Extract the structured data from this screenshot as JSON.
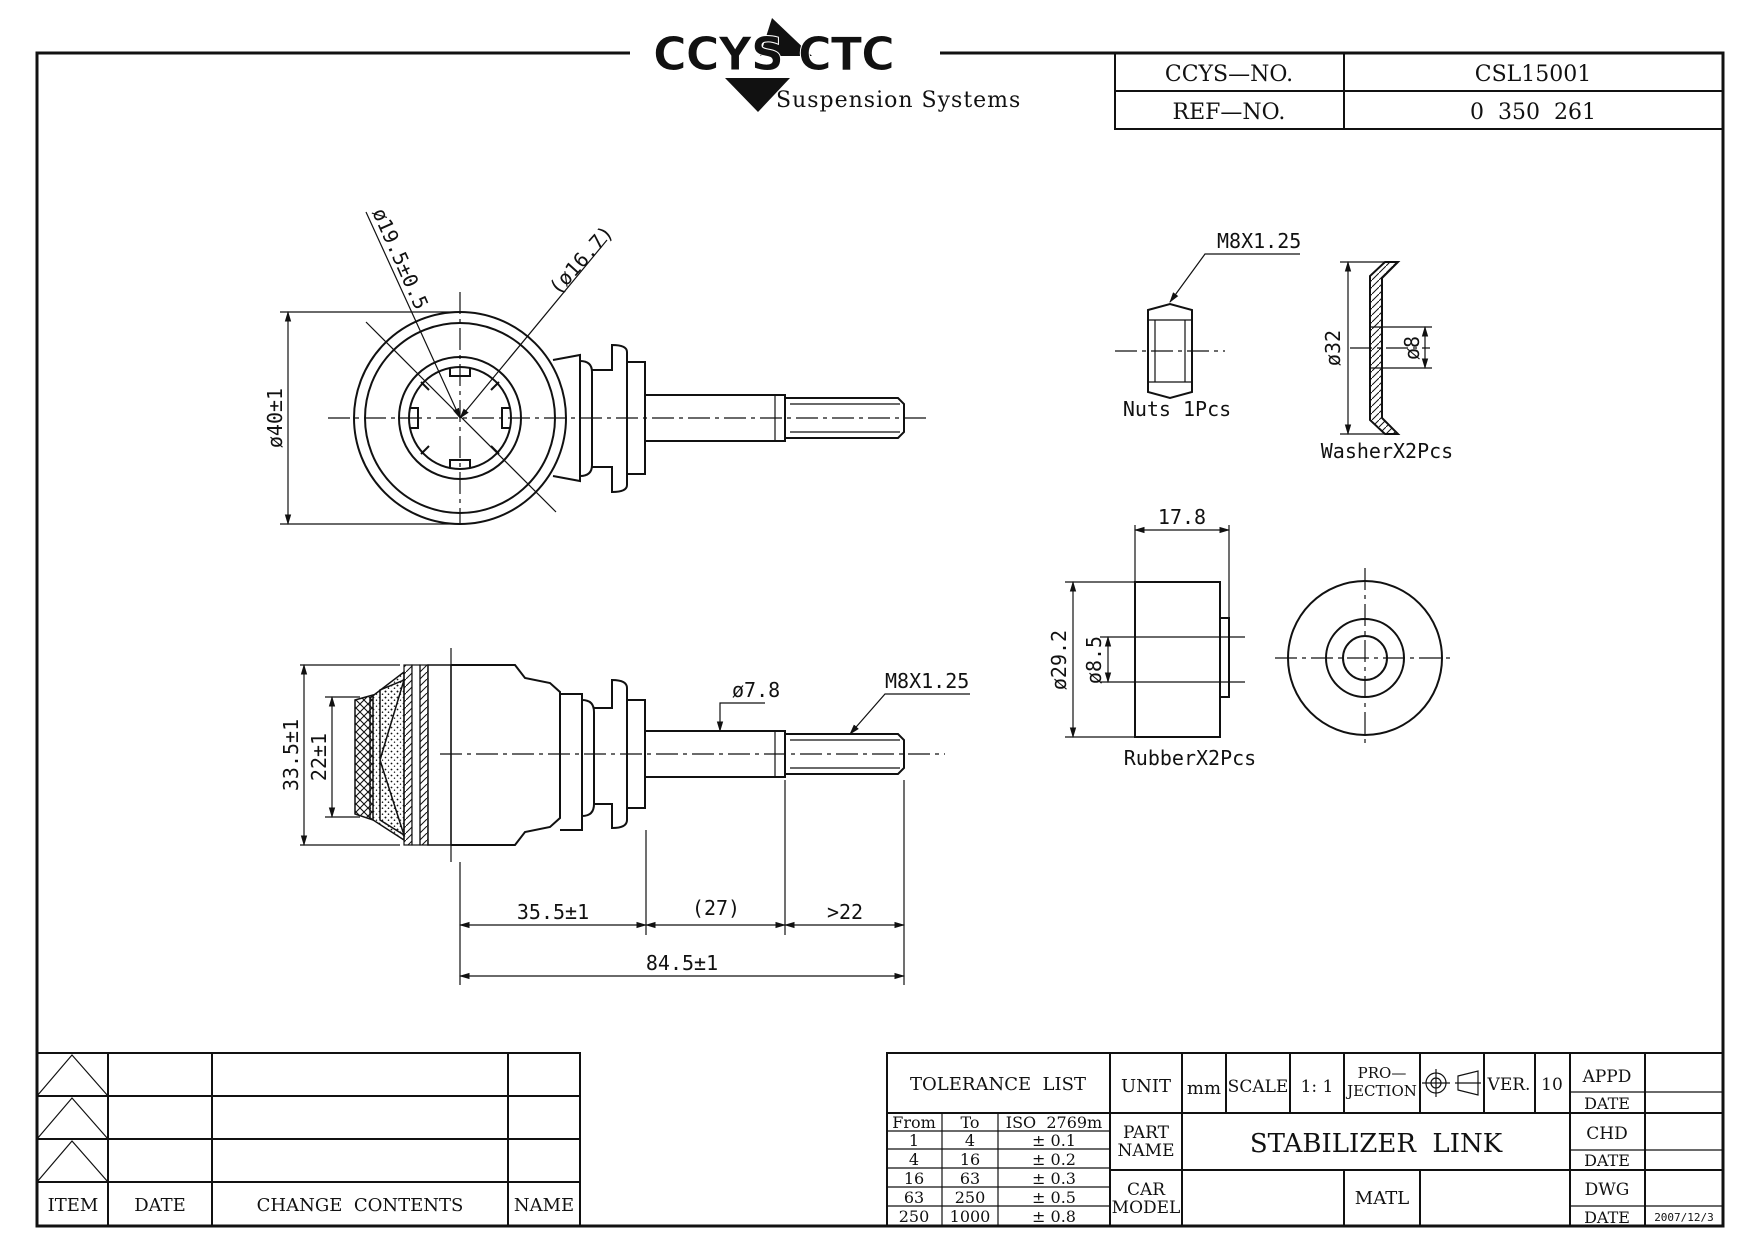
{
  "logo": {
    "text": "CCYS CTC",
    "subtitle": "Suspension Systems"
  },
  "title_block": {
    "ccys_no_label": "CCYS—NO.",
    "ccys_no_value": "CSL15001",
    "ref_no_label": "REF—NO.",
    "ref_no_value": "0  350  261"
  },
  "dims": {
    "d_19_5": "ø19.5±0.5",
    "d_16_7": "(ø16.7)",
    "d_40": "ø40±1",
    "d_33_5": "33.5±1",
    "d_22": "22±1",
    "d_7_8": "ø7.8",
    "thread_main": "M8X1.25",
    "len_35_5": "35.5±1",
    "len_27": "(27)",
    "len_22": ">22",
    "len_84_5": "84.5±1",
    "thread_nut": "M8X1.25",
    "nut_label": "Nuts 1Pcs",
    "washer_d32": "ø32",
    "washer_d8": "ø8",
    "washer_label": "WasherX2Pcs",
    "rubber_17_8": "17.8",
    "rubber_d29_2": "ø29.2",
    "rubber_d8_5": "ø8.5",
    "rubber_label": "RubberX2Pcs"
  },
  "revision_table": {
    "headers": {
      "item": "ITEM",
      "date": "DATE",
      "change": "CHANGE  CONTENTS",
      "name": "NAME"
    }
  },
  "spec_block": {
    "tolerance_title": "TOLERANCE  LIST",
    "tol_headers": [
      "From",
      "To",
      "ISO  2769m"
    ],
    "tol_rows": [
      [
        "1",
        "4",
        "±  0.1"
      ],
      [
        "4",
        "16",
        "±  0.2"
      ],
      [
        "16",
        "63",
        "±  0.3"
      ],
      [
        "63",
        "250",
        "±  0.5"
      ],
      [
        "250",
        "1000",
        "±  0.8"
      ]
    ],
    "unit_label": "UNIT",
    "unit_value": "mm",
    "scale_label": "SCALE",
    "scale_value": "1: 1",
    "projection_label_1": "PRO—",
    "projection_label_2": "JECTION",
    "ver_label": "VER.",
    "ver_value": "10",
    "part_name_label_1": "PART",
    "part_name_label_2": "NAME",
    "part_name_value": "STABILIZER  LINK",
    "car_model_label_1": "CAR",
    "car_model_label_2": "MODEL",
    "matl_label": "MATL",
    "appd_label": "APPD",
    "date_label_1": "DATE",
    "chd_label": "CHD",
    "date_label_2": "DATE",
    "dwg_label": "DWG",
    "date_label_3": "DATE",
    "dwg_date_value": "2007/12/3"
  }
}
